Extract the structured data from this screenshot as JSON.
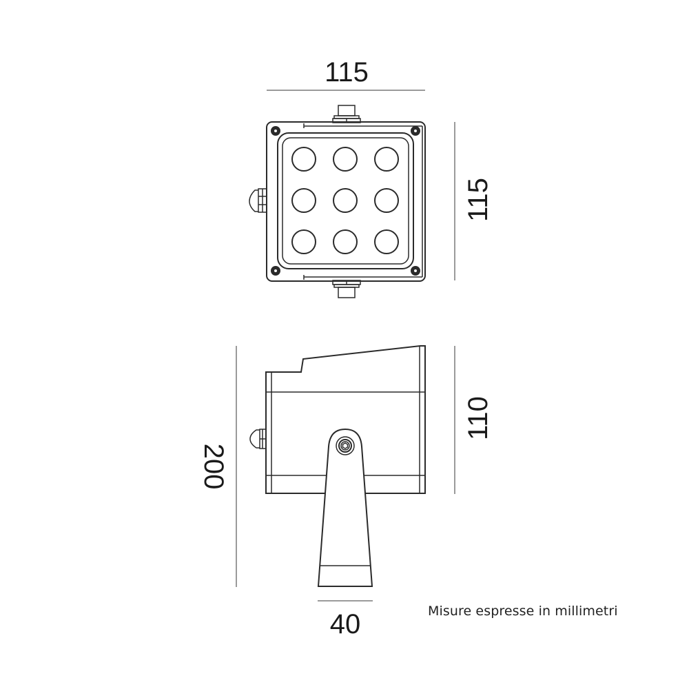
{
  "diagram": {
    "type": "technical-drawing",
    "subject": "LED floodlight with 9 LEDs and mounting bracket",
    "views": [
      {
        "name": "front-view",
        "dimensions": {
          "width": "115",
          "height": "115"
        },
        "led_count": 9,
        "led_grid": "3x3"
      },
      {
        "name": "side-view",
        "dimensions": {
          "total_height": "200",
          "body_height": "110",
          "bracket_width": "40"
        }
      }
    ]
  },
  "labels": {
    "front_width": "115",
    "front_height": "115",
    "side_total_height": "200",
    "side_body_height": "110",
    "bracket_width": "40"
  },
  "note": "Misure espresse in millimetri",
  "colors": {
    "line": "#2a2a2a",
    "dimension_line": "#9a9a9a",
    "text": "#1a1a1a",
    "background": "#ffffff"
  }
}
